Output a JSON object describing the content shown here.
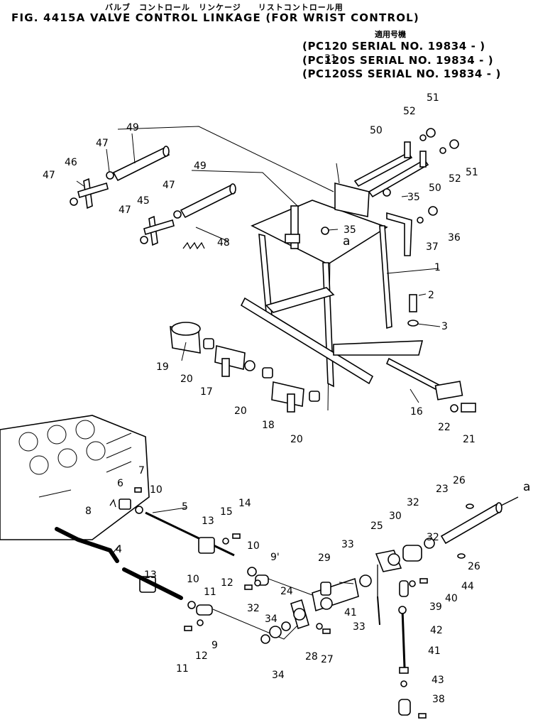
{
  "header": {
    "kana": "バルブ　コントロール　リンケージ　　リストコントロール用",
    "title": "FIG. 4415A  VALVE CONTROL LINKAGE (FOR WRIST CONTROL)",
    "applicable_label": "適用号機",
    "serials": [
      "(PC120    SERIAL NO. 19834 - )",
      "(PC120S   SERIAL NO. 19834 - )",
      "(PC120SS  SERIAL NO. 19834 - )"
    ]
  },
  "callouts": [
    "1",
    "2",
    "3",
    "4",
    "5",
    "6",
    "7",
    "8",
    "9",
    "9'",
    "10",
    "10",
    "10",
    "11",
    "11",
    "12",
    "12",
    "13",
    "13",
    "14",
    "15",
    "16",
    "17",
    "18",
    "19",
    "20",
    "20",
    "20",
    "21",
    "22",
    "23",
    "24",
    "25",
    "26",
    "26",
    "27",
    "28",
    "29",
    "30",
    "31",
    "32",
    "32",
    "32",
    "33",
    "33",
    "34",
    "34",
    "35",
    "35",
    "36",
    "37",
    "38",
    "39",
    "40",
    "41",
    "41",
    "42",
    "43",
    "44",
    "45",
    "46",
    "47",
    "47",
    "47",
    "47",
    "48",
    "49",
    "49",
    "50",
    "50",
    "51",
    "51",
    "52",
    "52",
    "a",
    "a"
  ]
}
